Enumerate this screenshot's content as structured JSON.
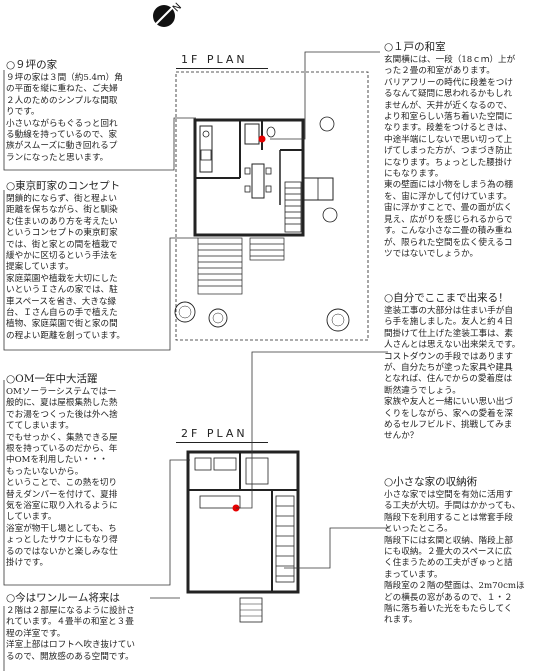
{
  "compass": {
    "letter": "N"
  },
  "plans": {
    "first_floor": {
      "label": "1F  PLAN"
    },
    "second_floor": {
      "label": "2F  PLAN"
    }
  },
  "notes": [
    {
      "id": "tsubo9",
      "title": "○９坪の家",
      "lines": [
        "９坪の家は３間（約5.4ｍ）角",
        "の平面を縦に重ねた、ご夫婦",
        "２人のためのシンプルな間取",
        "りです。",
        "小さいながらもぐるっと回れ",
        "る動線を持っているので、家",
        "族がスムーズに動き回れるプ",
        "ランになったと思います。"
      ]
    },
    {
      "id": "concept",
      "title": "○東京町家のコンセプト",
      "lines": [
        "閉鎖的にならず、街と程よい",
        "距離を保ちながら、街と馴染",
        "む住まいのあり方を考えたい",
        "というコンセプトの東京町家",
        "では、街と家との間を植栽で",
        "緩やかに区切るという手法を",
        "提案しています。",
        "家庭菜園や植栽を大切にした",
        "いというＩさんの家では、駐",
        "車スペースを省き、大きな縁",
        "台、Ｉさん自らの手で植えた",
        "植物、家庭菜園で街と家の間",
        "の程よい距離を創っています。"
      ]
    },
    {
      "id": "om",
      "title": "○OM一年中大活躍",
      "lines": [
        "OMソーラーシステムでは一",
        "般的に、夏は屋根集熱した熱",
        "でお湯をつくった後は外へ捨",
        "ててしまいます。",
        "でもせっかく、集熱できる屋",
        "根を持っているのだから、年",
        "中OMを利用したい・・・",
        "もったいないから。",
        "ということで、この熱を切り",
        "替えダンパーを付けて、夏排",
        "気を浴室に取り入れるように",
        "しています。",
        "浴室が物干し場としても、ち",
        "ょっとしたサウナにもなり得",
        "るのではないかと楽しみな仕",
        "掛けです。"
      ]
    },
    {
      "id": "oneroom",
      "title": "○今はワンルーム将来は",
      "lines": [
        "２階は２部屋になるように設計さ",
        "れています。４畳半の和室と３畳",
        "程の洋室です。",
        "洋室上部はロフトへ吹き抜けてい",
        "るので、開放感のある空間です。"
      ]
    },
    {
      "id": "washitsu",
      "title": "○１戸の和室",
      "lines": [
        "玄関横には、一段（18ｃｍ）上が",
        "った２畳の和室があります。",
        "バリアフリーの時代に段差をつけ",
        "るなんて疑問に思われるかもしれ",
        "ませんが、天井が近くなるので、",
        "より和室らしい落ち着いた空間に",
        "なります。段差をつけるときは、",
        "中途半端にしないで思い切って上",
        "げてしまった方が、つまづき防止",
        "になります。ちょっとした腰掛け",
        "にもなります。",
        "東の壁面には小物をしまう為の棚",
        "を、宙に浮かして付けています。",
        "宙に浮かすことで、畳の面が広く",
        "見え、広がりを感じられるからで",
        "す。こんな小さな二畳の積み重ね",
        "が、限られた空間を広く使えるコ",
        "ツではないでしょうか。"
      ]
    },
    {
      "id": "diy",
      "title": "○自分でここまで出来る！",
      "lines": [
        "塗装工事の大部分は住まい手が自",
        "ら手を施しました。友人と約４日",
        "間掛けて仕上げた塗装工事は、素",
        "人さんとは思えない出来栄えです。",
        "コストダウンの手段ではあります",
        "が、自分たちが塗った家具や建具",
        "となれば、住んでからの愛着度は",
        "断然違うでしょう。",
        "家族や友人と一緒にいい思い出づ",
        "くりをしながら、家への愛着を深",
        "めるセルフビルド、挑戦してみま",
        "せんか？"
      ]
    },
    {
      "id": "storage",
      "title": "○小さな家の収納術",
      "lines": [
        "小さな家では空間を有効に活用す",
        "る工夫が大切。手間はかかっても、",
        "階段下を利用することは常套手段",
        "といったところ。",
        "階段下には玄関と収納、階段上部",
        "にも収納。２畳大のスペースに広",
        "く住まうための工夫がぎゅっと詰",
        "まっています。",
        "階段室の２階の壁面は、2m70cmほ",
        "どの横長の窓があるので、１・２",
        "階に落ち着いた光をもたらしてく",
        "れます。"
      ]
    }
  ]
}
